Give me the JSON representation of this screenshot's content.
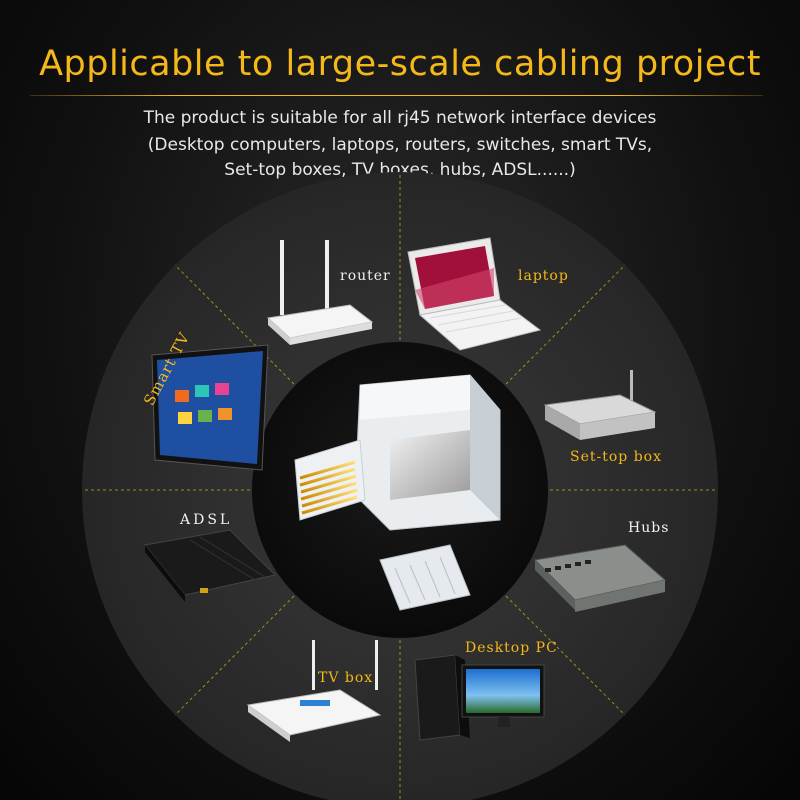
{
  "header": {
    "title": "Applicable to large-scale cabling project",
    "line1": "The product is suitable for all rj45 network interface devices",
    "line2": "(Desktop computers, laptops, routers, switches, smart TVs,",
    "line3": "Set-top boxes, TV boxes, hubs, ADSL......)"
  },
  "devices": {
    "router": "router",
    "laptop": "laptop",
    "smart_tv": "Smart TV",
    "set_top_box": "Set-top box",
    "adsl": "ADSL",
    "hubs": "Hubs",
    "tv_box": "TV box",
    "desktop_pc": "Desktop PC"
  },
  "colors": {
    "accent": "#f5b819",
    "text": "#e8e8e8",
    "disc": "#2e2e2e",
    "background": "#111111"
  }
}
